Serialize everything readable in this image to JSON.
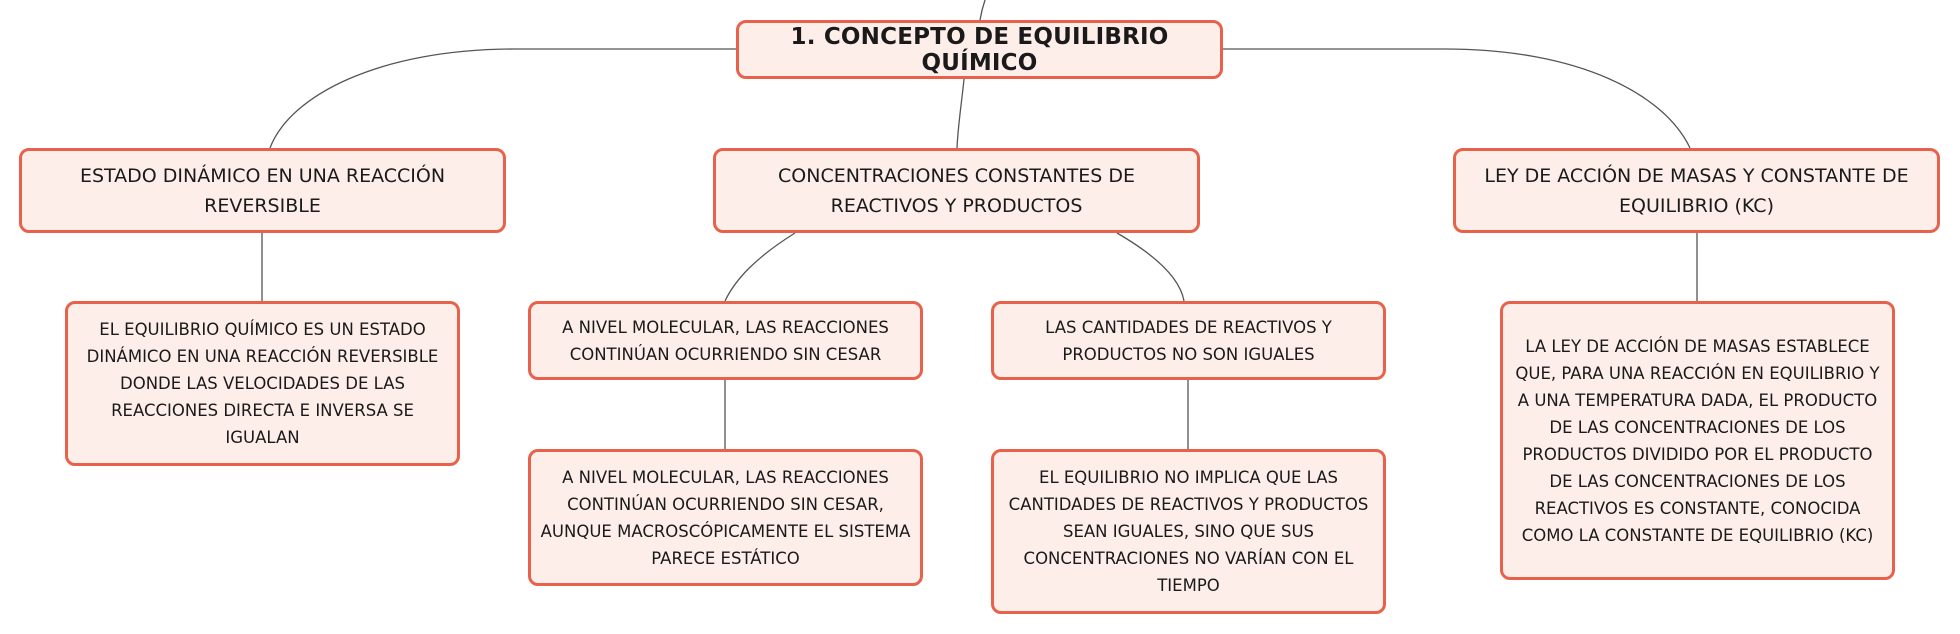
{
  "map": {
    "root": {
      "label": "1. CONCEPTO DE EQUILIBRIO QUÍMICO"
    },
    "estado": {
      "label": "ESTADO DINÁMICO EN UNA REACCIÓN REVERSIBLE",
      "detail": "EL EQUILIBRIO QUÍMICO ES UN ESTADO DINÁMICO EN UNA REACCIÓN REVERSIBLE DONDE LAS VELOCIDADES DE LAS REACCIONES DIRECTA E INVERSA SE IGUALAN"
    },
    "concentraciones": {
      "label": "CONCENTRACIONES CONSTANTES DE REACTIVOS Y PRODUCTOS",
      "nivel_molecular": {
        "label": "A NIVEL MOLECULAR, LAS REACCIONES CONTINÚAN OCURRIENDO SIN CESAR",
        "detail": "A NIVEL MOLECULAR, LAS REACCIONES CONTINÚAN OCURRIENDO SIN CESAR, AUNQUE MACROSCÓPICAMENTE EL SISTEMA PARECE ESTÁTICO"
      },
      "cantidades": {
        "label": "LAS CANTIDADES DE REACTIVOS Y PRODUCTOS NO SON IGUALES",
        "detail": "EL EQUILIBRIO NO IMPLICA QUE LAS CANTIDADES DE REACTIVOS Y PRODUCTOS SEAN IGUALES, SINO QUE SUS CONCENTRACIONES NO VARÍAN CON EL TIEMPO"
      }
    },
    "ley": {
      "label": "LEY DE ACCIÓN DE MASAS Y CONSTANTE DE EQUILIBRIO (KC)",
      "detail": "LA LEY DE ACCIÓN DE MASAS ESTABLECE QUE, PARA UNA REACCIÓN EN EQUILIBRIO Y A UNA TEMPERATURA DADA, EL PRODUCTO DE LAS CONCENTRACIONES DE LOS PRODUCTOS DIVIDIDO POR EL PRODUCTO DE LAS CONCENTRACIONES DE LOS REACTIVOS ES CONSTANTE, CONOCIDA COMO LA CONSTANTE DE EQUILIBRIO (KC)"
    }
  },
  "colors": {
    "node_border": "#e8624b",
    "node_fill": "#fdeeea",
    "connector": "#555555"
  }
}
